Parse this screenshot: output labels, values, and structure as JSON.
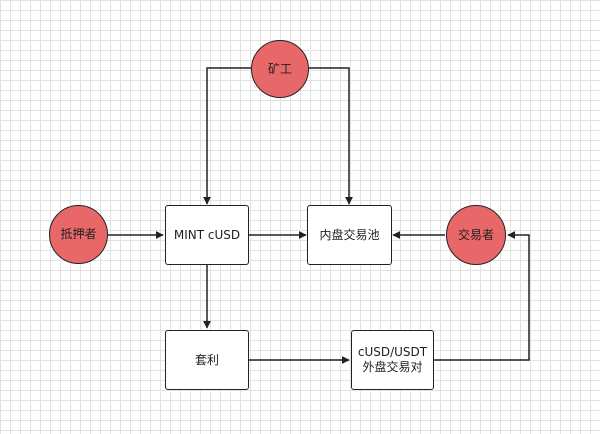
{
  "nodes": {
    "miner": "矿工",
    "collateral": "抵押者",
    "mint": "MINT cUSD",
    "pool": "内盘交易池",
    "trader": "交易者",
    "arbitrage": "套利",
    "external_line1": "cUSD/USDT",
    "external_line2": "外盘交易对"
  },
  "colors": {
    "actor_fill": "#e8686a",
    "stroke": "#222222",
    "grid": "#e2e2e2",
    "box_fill": "#ffffff"
  }
}
